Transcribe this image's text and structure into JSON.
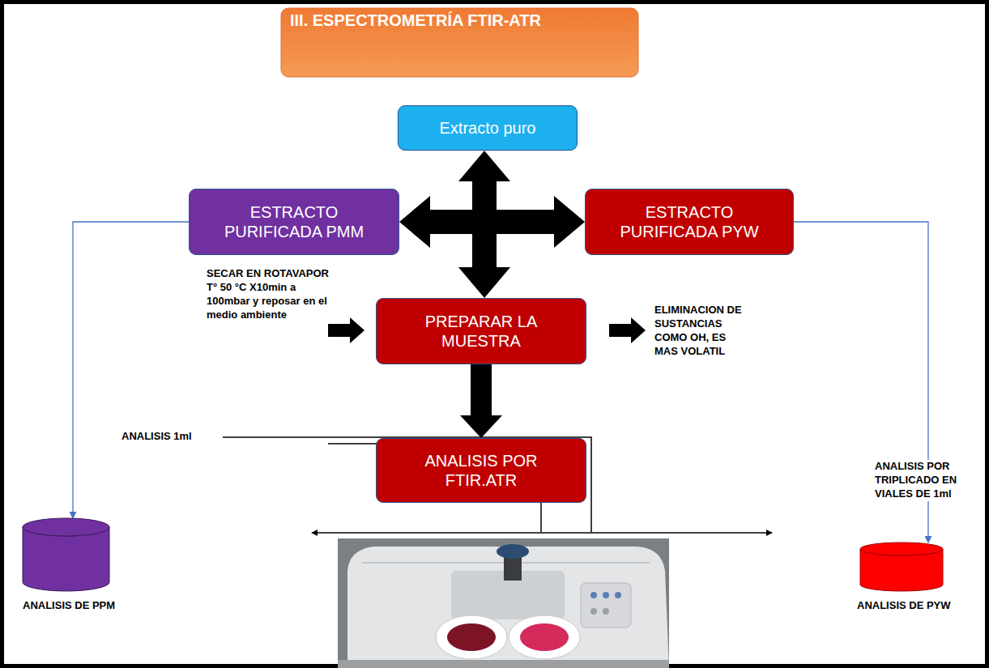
{
  "diagram": {
    "title": "III. ESPECTROMETRÍA FTIR-ATR",
    "nodes": [
      {
        "text": [
          "Extracto puro"
        ]
      },
      {
        "text": [
          "ESTRACTO PURIFICADA PMM"
        ]
      },
      {
        "text": [
          "ESTRACTO PURIFICADA PYW"
        ]
      },
      {
        "text": [
          "PREPARAR LA MUESTRA"
        ]
      },
      {
        "text": [
          "ANALISIS POR FTIR.ATR"
        ]
      },
      {
        "text": [
          "ANALISIS DE PPM"
        ]
      },
      {
        "text": [
          "ANALISIS DE PYW"
        ]
      }
    ],
    "edges": [
      {
        "from": 0,
        "to": 3,
        "arrow": "both"
      },
      {
        "from": 1,
        "to": 2,
        "arrow": "both"
      },
      {
        "from": 3,
        "to": 4,
        "arrow": "to"
      },
      {
        "from": 1,
        "to": 5,
        "arrow": "to"
      },
      {
        "from": 2,
        "to": 6,
        "arrow": "to"
      }
    ],
    "labels": [
      "SECAR EN ROTAVAPOR T° 50 °C X10min a 100mbar y reposar en el medio ambiente",
      "ELIMINACION DE SUSTANCIAS COMO OH, ES MAS VOLATIL",
      "ANALISIS 1ml",
      "ANALISIS POR TRIPLICADO EN VIALES DE 1ml"
    ]
  }
}
